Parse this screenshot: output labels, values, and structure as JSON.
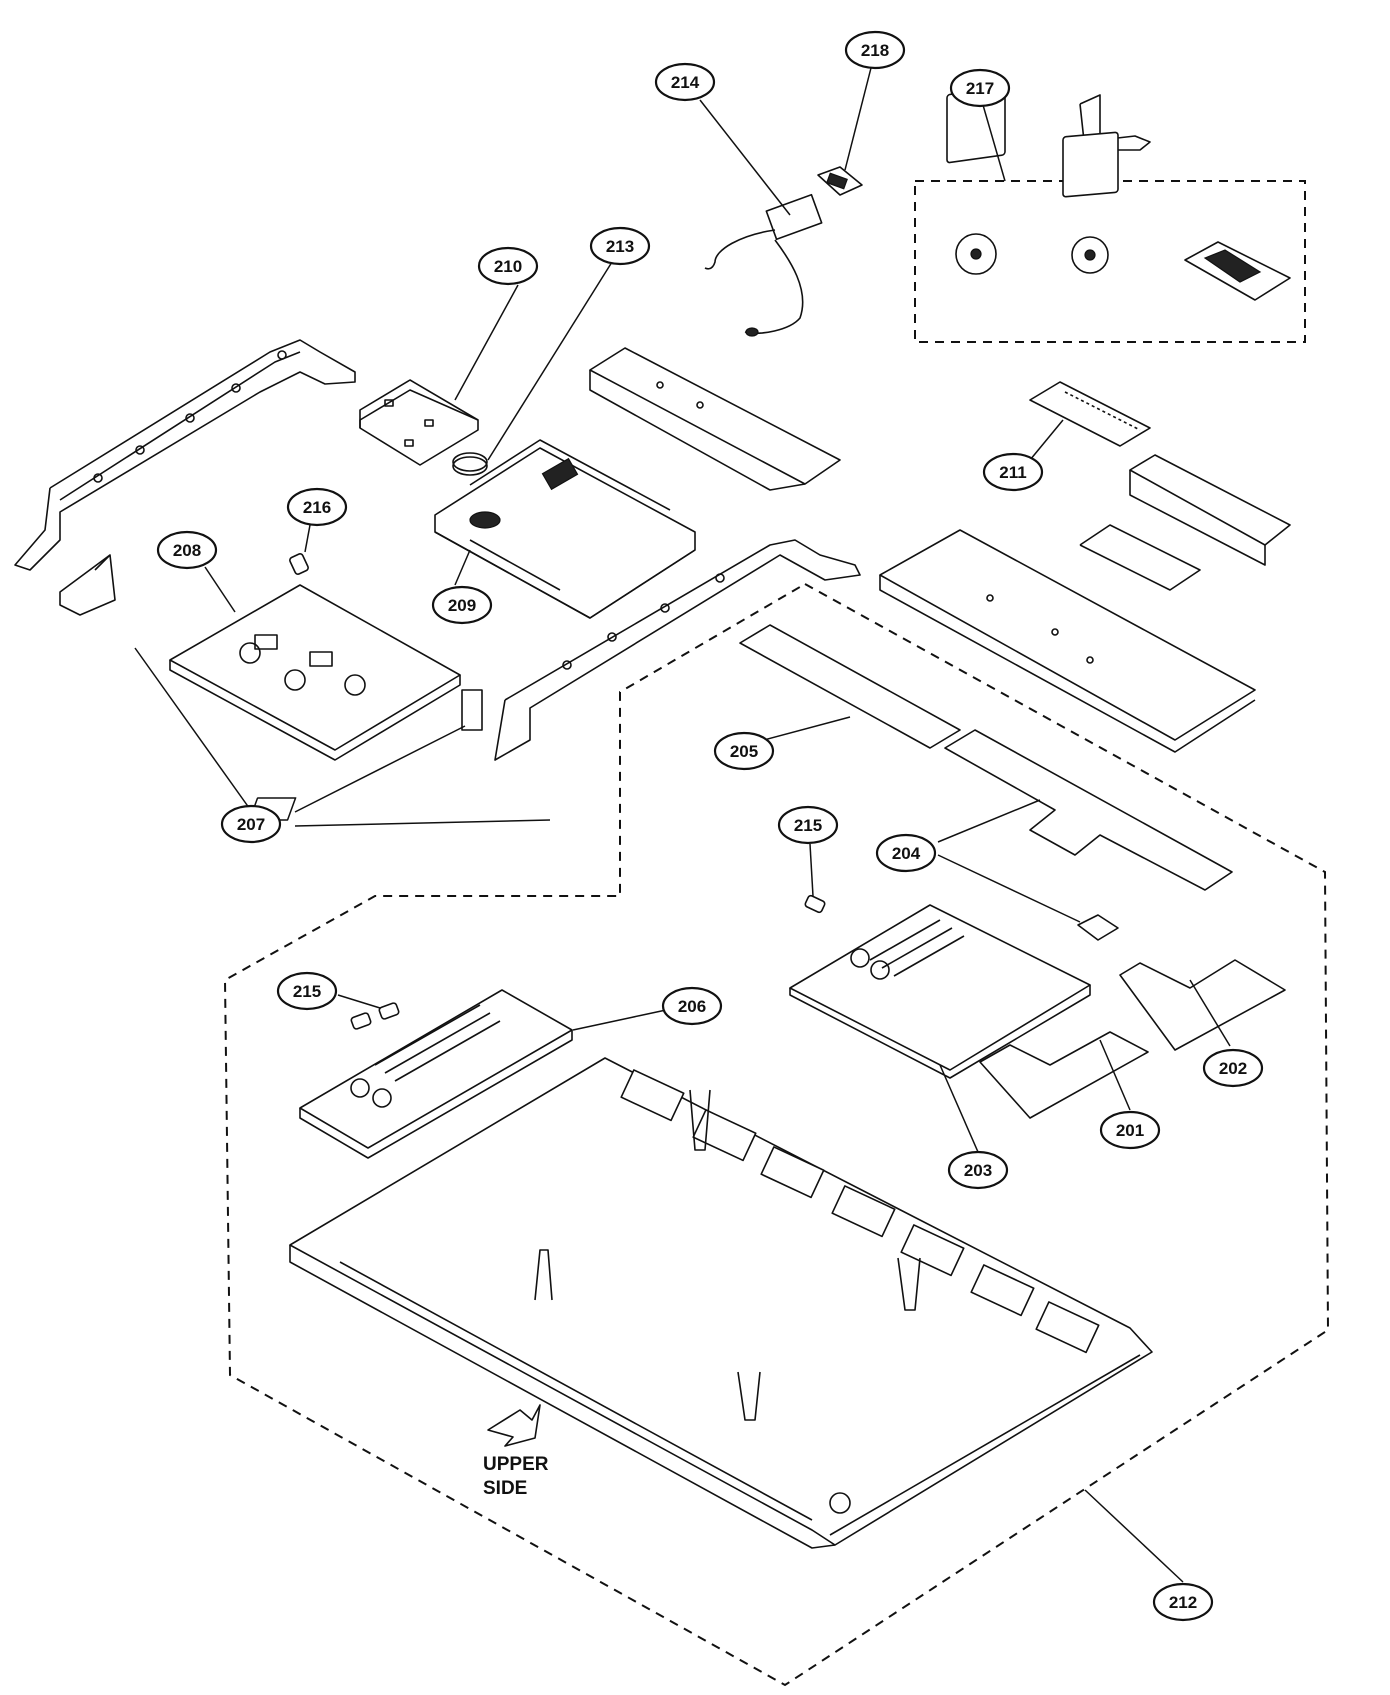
{
  "diagram": {
    "callouts": {
      "c201": "201",
      "c202": "202",
      "c203": "203",
      "c204": "204",
      "c205": "205",
      "c206": "206",
      "c207": "207",
      "c208": "208",
      "c209": "209",
      "c210": "210",
      "c211": "211",
      "c212": "212",
      "c213": "213",
      "c214": "214",
      "c215a": "215",
      "c215b": "215",
      "c216": "216",
      "c217": "217",
      "c218": "218"
    },
    "orientation_note": {
      "line1": "UPPER",
      "line2": "SIDE"
    }
  }
}
